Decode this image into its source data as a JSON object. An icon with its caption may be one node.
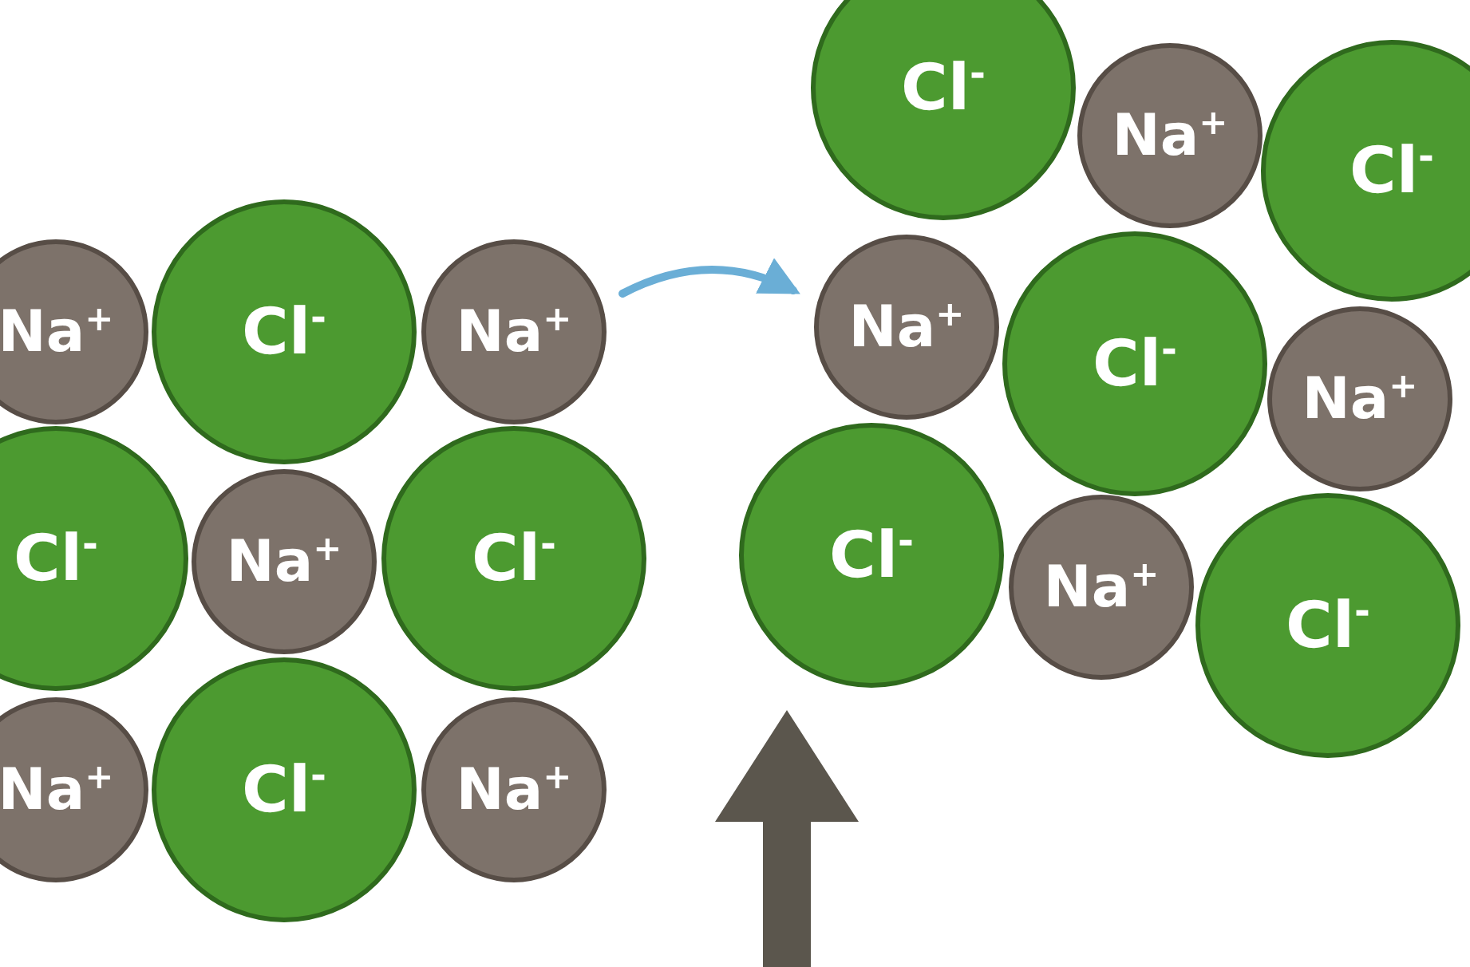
{
  "diagram": {
    "nodes": [
      {
        "text": [
          "Na$^{+}$"
        ]
      },
      {
        "text": [
          "Cl$^{-}$"
        ]
      },
      {
        "text": [
          "Na$^{+}$"
        ]
      },
      {
        "text": [
          "Cl$^{-}$"
        ]
      },
      {
        "text": [
          "Na$^{+}$"
        ]
      },
      {
        "text": [
          "Cl$^{-}$"
        ]
      },
      {
        "text": [
          "Na$^{+}$"
        ]
      },
      {
        "text": [
          "Cl$^{-}$"
        ]
      },
      {
        "text": [
          "Na$^{+}$"
        ]
      },
      {
        "text": [
          "Cl$^{-}$"
        ]
      },
      {
        "text": [
          "Na$^{+}$"
        ]
      },
      {
        "text": [
          "Cl$^{-}$"
        ]
      },
      {
        "text": [
          "Na$^{+}$"
        ]
      },
      {
        "text": [
          "Cl$^{-}$"
        ]
      },
      {
        "text": [
          "Na$^{+}$"
        ]
      },
      {
        "text": [
          "Cl$^{-}$"
        ]
      },
      {
        "text": [
          "Na$^{+}$"
        ]
      },
      {
        "text": [
          "Cl$^{-}$"
        ]
      }
    ]
  }
}
